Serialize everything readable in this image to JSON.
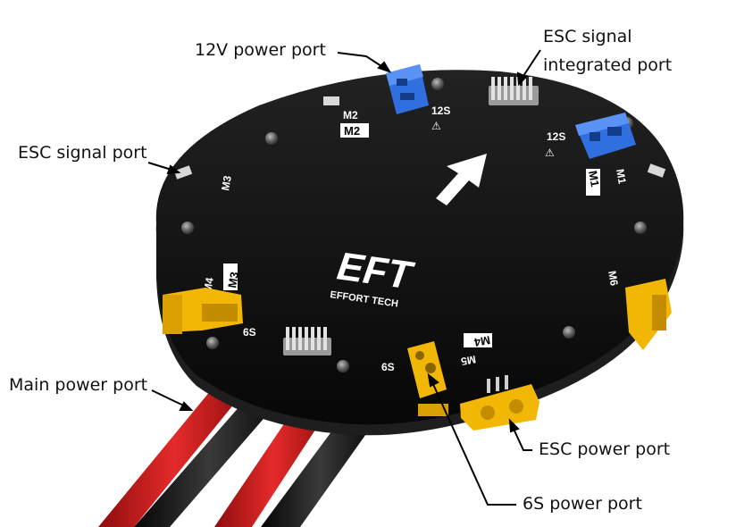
{
  "callouts": {
    "power_12v": "12V power port",
    "esc_signal_integrated_line1": "ESC signal",
    "esc_signal_integrated_line2": "integrated port",
    "esc_signal": "ESC signal port",
    "main_power": "Main power port",
    "esc_power": "ESC power port",
    "power_6s": "6S power port"
  },
  "board": {
    "brand": "EFT",
    "brand_sub": "EFFORT TECH",
    "motor_labels": [
      "M1",
      "M2",
      "M3",
      "M4",
      "M5",
      "M6"
    ],
    "boxed_labels": [
      "M1",
      "M2",
      "M3",
      "M4"
    ],
    "voltage_12s": "12S",
    "voltage_6s": "6S",
    "warning_glyph": "⚠"
  },
  "colors": {
    "board": "#111111",
    "board_edge": "#1e1e1e",
    "connector_blue": "#2f6fe0",
    "connector_yellow": "#f2b705",
    "wire_red": "#d81e1e",
    "wire_black": "#1a1a1a",
    "pin_silver": "#cfcfcf"
  },
  "icons": [
    "forward-arrow-icon",
    "warning-triangle-icon"
  ]
}
